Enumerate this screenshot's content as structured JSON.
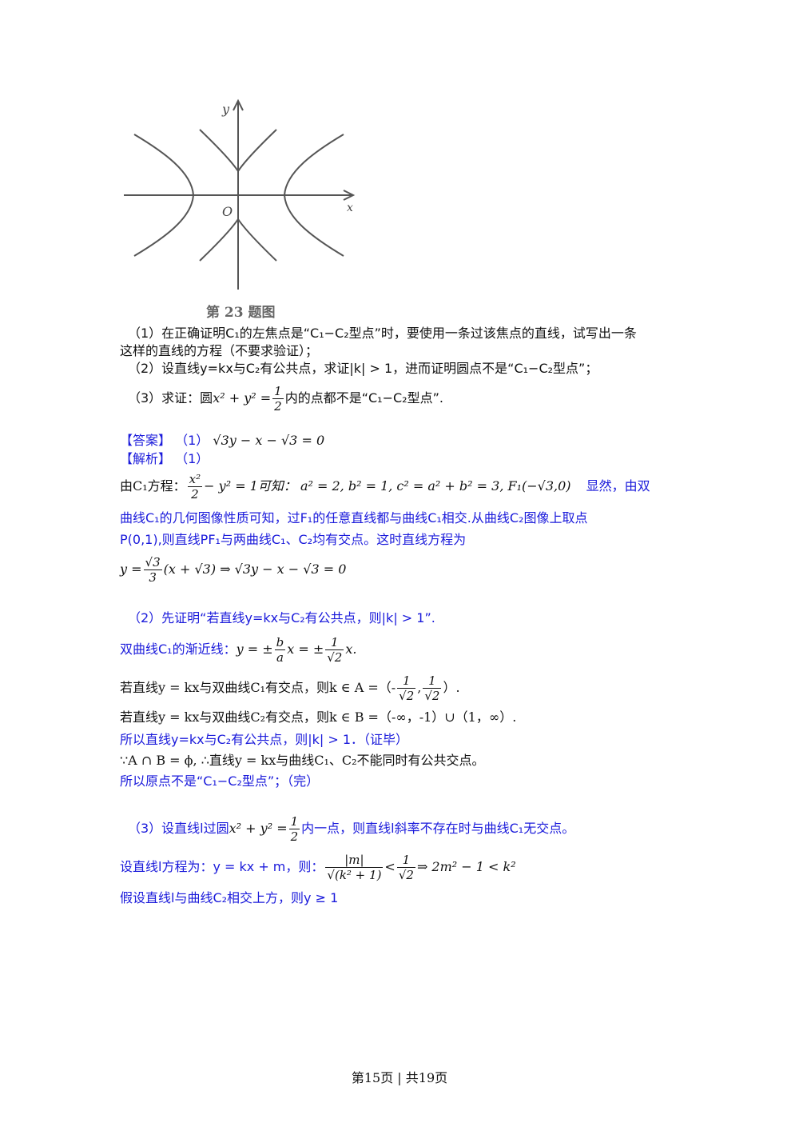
{
  "figure": {
    "axis_y": "y",
    "axis_x": "x",
    "origin": "O",
    "caption": "第 23 题图"
  },
  "questions": {
    "q1_a": "（1）在正确证明C₁的左焦点是“C₁−C₂型点”时，要使用一条过该焦点的直线，试写出一条",
    "q1_b": "这样的直线的方程（不要求验证）；",
    "q2": "（2）设直线y=kx与C₂有公共点，求证|k| > 1，进而证明圆点不是“C₁−C₂型点”；",
    "q3_pre": "（3）求证：圆",
    "q3_eq_lhs": "x² + y² =",
    "q3_frac_num": "1",
    "q3_frac_den": "2",
    "q3_post": "内的点都不是“C₁−C₂型点”."
  },
  "answer": {
    "tag": "【答案】",
    "part": "（1）",
    "equation": "√3y − x − √3 = 0"
  },
  "analysis": {
    "tag": "【解析】",
    "part": "（1）",
    "l1_pre": "由C₁方程：",
    "l1_frac_num": "x²",
    "l1_frac_den": "2",
    "l1_math": "− y² = 1可知： a² = 2, b² = 1, c² = a² + b² = 3, F₁(−√3,0)",
    "l1_post": "显然，由双",
    "l2": "曲线C₁的几何图像性质可知，过F₁的任意直线都与曲线C₁相交.从曲线C₂图像上取点",
    "l3": "P(0,1),则直线PF₁与两曲线C₁、C₂均有交点。这时直线方程为",
    "l4_pre": "y =",
    "l4_frac_num": "√3",
    "l4_frac_den": "3",
    "l4_post": "(x + √3) ⇒ √3y − x − √3 = 0"
  },
  "part2": {
    "head": "（2）先证明“若直线y=kx与C₂有公共点，则|k| > 1”.",
    "asym_pre": "双曲线C₁的渐近线：",
    "asym_eq1": "y = ±",
    "asym_f1_num": "b",
    "asym_f1_den": "a",
    "asym_eq2": "x = ±",
    "asym_f2_num": "1",
    "asym_f2_den": "√2",
    "asym_eq3": "x.",
    "c1_pre": "若直线y = kx与双曲线C₁有交点，则k ∈ A =（-",
    "c1_f1_num": "1",
    "c1_f1_den": "√2",
    "c1_mid": ",",
    "c1_f2_num": "1",
    "c1_f2_den": "√2",
    "c1_post": "）.",
    "c2": "若直线y = kx与双曲线C₂有交点，则k ∈ B =（-∞，-1）∪（1，∞）.",
    "concl": "所以直线y=kx与C₂有公共点，则|k| > 1．（证毕）",
    "since": "∵A ∩ B = ϕ, ∴直线y = kx与曲线C₁、C₂不能同时有公共交点。",
    "final": "所以原点不是“C₁−C₂型点”；（完）"
  },
  "part3": {
    "l1_pre": "（3）设直线l过圆",
    "l1_eq": "x² + y² =",
    "l1_frac_num": "1",
    "l1_frac_den": "2",
    "l1_post": "内一点，则直线l斜率不存在时与曲线C₁无交点。",
    "l2_pre": "设直线l方程为：y = kx + m，则：",
    "l2_frac1_num": "|m|",
    "l2_frac1_den": "√(k² + 1)",
    "l2_lt": "<",
    "l2_frac2_num": "1",
    "l2_frac2_den": "√2",
    "l2_post": "⇒ 2m² − 1 < k²",
    "l3": "假设直线l与曲线C₂相交上方，则y ≥ 1"
  },
  "footer": "第15页 | 共19页"
}
